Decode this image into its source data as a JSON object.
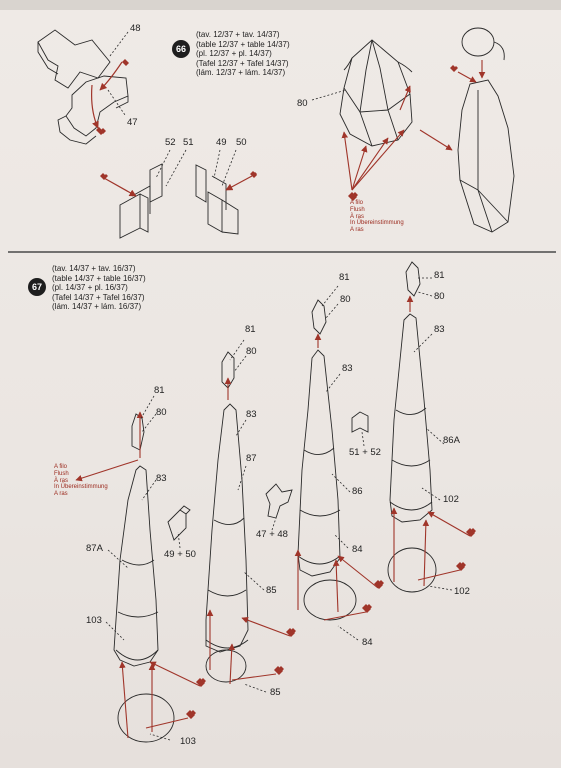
{
  "colors": {
    "paper": "#ece7e3",
    "ink": "#2a2a2a",
    "accent": "#a0352a",
    "badge": "#1e1e1e"
  },
  "step66": {
    "number": "66",
    "refs": [
      "(tav. 12/37 + tav. 14/37)",
      "(table 12/37 + table 14/37)",
      "(pl. 12/37 + pl. 14/37)",
      "(Tafel 12/37 + Tafel 14/37)",
      "(lám. 12/37 + lám. 14/37)"
    ],
    "labels": {
      "p48": "48",
      "p47": "47",
      "p52": "52",
      "p51": "51",
      "p49": "49",
      "p50": "50",
      "p80": "80"
    },
    "flush": [
      "A filo",
      "Flush",
      "À ras",
      "In Übereinstimmung",
      "A ras"
    ]
  },
  "step67": {
    "number": "67",
    "refs": [
      "(tav. 14/37 + tav. 16/37)",
      "(table 14/37 + table 16/37)",
      "(pl. 14/37 + pl. 16/37)",
      "(Tafel 14/37 + Tafel 16/37)",
      "(lám. 14/37 + lám. 16/37)"
    ],
    "flush": [
      "A filo",
      "Flush",
      "À ras",
      "In Übereinstimmung",
      "A ras"
    ],
    "labels": {
      "a81": "81",
      "a80": "80",
      "a83": "83",
      "a87a": "87A",
      "a103": "103",
      "a103b": "103",
      "a4950": "49 + 50",
      "b81": "81",
      "b80": "80",
      "b83": "83",
      "b87": "87",
      "b85": "85",
      "b85b": "85",
      "b4748": "47 + 48",
      "c81": "81",
      "c80": "80",
      "c83": "83",
      "c86": "86",
      "c84": "84",
      "c84b": "84",
      "c5152": "51 + 52",
      "d81": "81",
      "d80": "80",
      "d83": "83",
      "d86a": "86A",
      "d102": "102",
      "d102b": "102"
    }
  }
}
